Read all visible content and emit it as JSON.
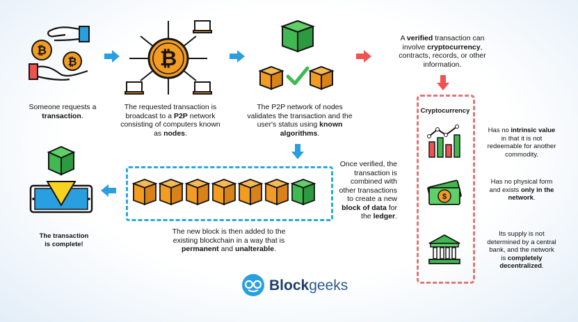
{
  "colors": {
    "bitcoin": "#f39c22",
    "dark": "#141414",
    "green": "#3fb950",
    "blue_arrow": "#2a9fe0",
    "red_arrow": "#ef5350",
    "dashed_blue": "#29a8e0",
    "dashed_red": "#e57373",
    "brand": "#1d3e66"
  },
  "steps": {
    "step1": {
      "pre": "Someone requests a ",
      "bold": "transaction",
      "post": "."
    },
    "step2": {
      "pre": "The requested transaction is broadcast to a ",
      "bold1": "P2P",
      "mid": " network consisting of computers known as ",
      "bold2": "nodes",
      "post": "."
    },
    "step3": {
      "pre": "The P2P network of nodes validates the transaction and the user's status using ",
      "bold": "known algorithms",
      "post": "."
    },
    "step4": {
      "pre": "A ",
      "bold1": "verified",
      "mid1": " transaction can involve ",
      "bold2": "cryptocurrency",
      "post": ", contracts, records, or other information."
    },
    "verified_block": {
      "pre": "Once verified, the transaction is combined with other transactions to create a new ",
      "bold1": "block of data",
      "mid": " for the ",
      "bold2": "ledger",
      "post": "."
    },
    "chain": {
      "pre": "The new block is then added to the existing blockchain in a way that is ",
      "bold1": "permanent",
      "mid": " and ",
      "bold2": "unalterable",
      "post": "."
    },
    "complete": {
      "text": "The transaction is complete!"
    }
  },
  "crypto_panel": {
    "title": "Cryptocurrency",
    "items": [
      {
        "icon": "chart-icon",
        "pre": "Has no ",
        "bold": "intrinsic value",
        "post": " in that it is not redeemable for another commodity."
      },
      {
        "icon": "money-icon",
        "pre": "Has no physical form and exists ",
        "bold": "only in the network",
        "post": "."
      },
      {
        "icon": "bank-icon",
        "pre": "Its supply is not determined by a central bank, and the network is ",
        "bold": "completely decentralized",
        "post": "."
      }
    ]
  },
  "brand": {
    "bold": "Block",
    "thin": "geeks"
  }
}
